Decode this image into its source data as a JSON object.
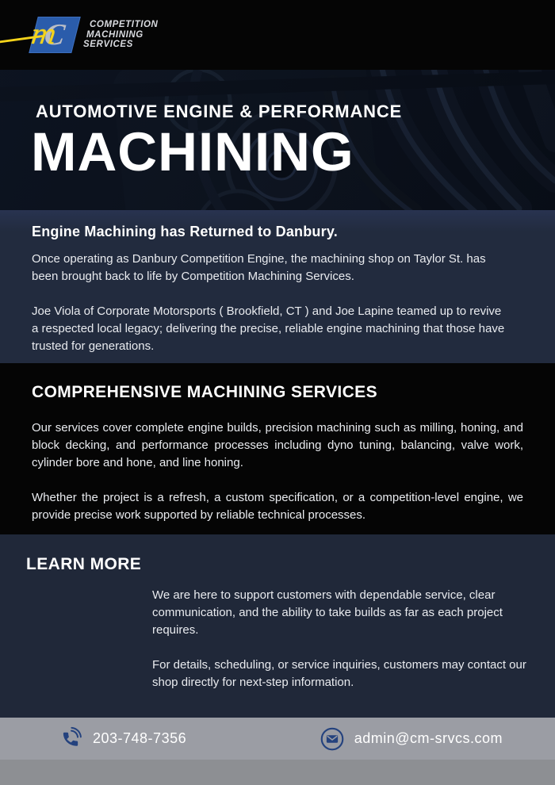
{
  "brand": {
    "name_lines": [
      "COMPETITION",
      "MACHINING",
      "SERVICES"
    ],
    "monogram_letter": "C",
    "monogram_script": "m"
  },
  "hero": {
    "kicker": "AUTOMOTIVE ENGINE & PERFORMANCE",
    "title": "MACHINING"
  },
  "intro": {
    "heading": "Engine Machining has Returned to Danbury.",
    "paragraphs": {
      "p1": "Once operating as Danbury Competition Engine, the machining shop on Taylor St. has been brought back to life by Competition Machining Services.",
      "p2": "Joe Viola of Corporate Motorsports ( Brookfield, CT ) and Joe Lapine teamed up to revive a respected local legacy; delivering the precise, reliable engine machining that those  have trusted for generations."
    }
  },
  "services": {
    "heading": "COMPREHENSIVE MACHINING SERVICES",
    "paragraphs": {
      "p1": "Our services cover complete engine builds, precision machining such as milling, honing, and block decking, and performance processes including dyno tuning, balancing, valve work, cylinder bore and hone, and line honing.",
      "p2": "Whether the project is a refresh, a custom specification, or a competition-level engine, we provide precise work supported by reliable technical processes."
    }
  },
  "learn_more": {
    "heading": "LEARN MORE",
    "paragraphs": {
      "p1": "We are here to support customers with dependable service, clear communication, and the ability to take builds as far as each project requires.",
      "p2": "For details, scheduling, or service inquiries, customers may contact our shop directly for next-step information."
    }
  },
  "contact": {
    "phone": "203-748-7356",
    "email": "admin@cm-srvcs.com"
  },
  "colors": {
    "navy_section": "#222b3e",
    "navy_section_2": "#202839",
    "black_section": "#050505",
    "logo_blue": "#2a5cab",
    "logo_yellow": "#f4d31b",
    "icon_navy": "#24427e",
    "footer_gray": "#9b9da4",
    "footer_strip": "#8d8f93"
  }
}
